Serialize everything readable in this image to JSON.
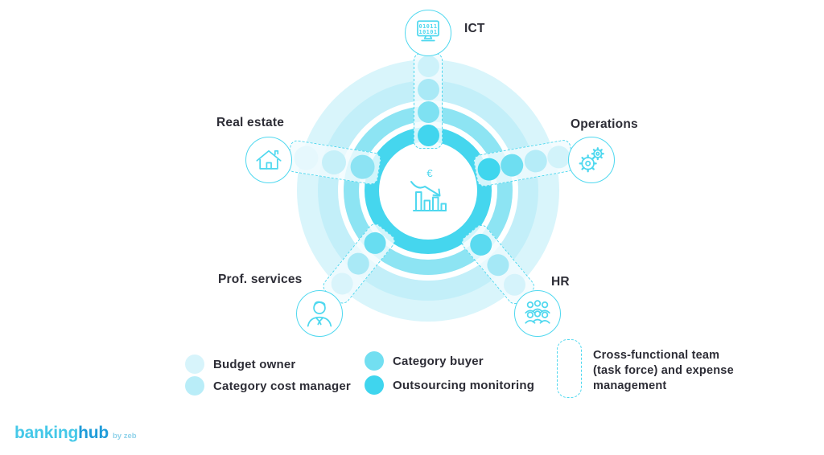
{
  "diagram": {
    "center": {
      "currency": "€"
    },
    "spokes": [
      {
        "id": "ict",
        "label": "ICT",
        "icon": "binary-monitor-icon",
        "binary_lines": [
          "01011",
          "10101"
        ],
        "circle_colors": [
          "#cdf2fa",
          "#a9e9f6",
          "#7ee1f2",
          "#41d5ee"
        ]
      },
      {
        "id": "real-estate",
        "label": "Real estate",
        "icon": "house-icon",
        "circle_colors": [
          "#e6f8fd",
          "#c6f0f9",
          "#8ce3f3"
        ]
      },
      {
        "id": "operations",
        "label": "Operations",
        "icon": "gears-icon",
        "circle_colors": [
          "#3fd6ee",
          "#6edef1",
          "#b5ecf8",
          "#d2f3fa"
        ]
      },
      {
        "id": "prof-services",
        "label": "Prof. services",
        "icon": "person-icon",
        "circle_colors": [
          "#68ddf1",
          "#a9e9f6",
          "#d9f4fb"
        ]
      },
      {
        "id": "hr",
        "label": "HR",
        "icon": "people-icon",
        "circle_colors": [
          "#5adaf0",
          "#a5e8f6",
          "#d5f3fb"
        ]
      }
    ]
  },
  "legend": {
    "items": [
      {
        "label": "Budget owner",
        "color": "#d7f4fb"
      },
      {
        "label": "Category cost manager",
        "color": "#b9edf8"
      },
      {
        "label": "Category buyer",
        "color": "#72dff1"
      },
      {
        "label": "Outsourcing monitoring",
        "color": "#3fd5ee"
      }
    ],
    "note": "Cross-functional team (task force) and expense management"
  },
  "logo": {
    "part1": "banking",
    "part2": "hub",
    "byline": "by zeb",
    "part1_color": "#45c8e8",
    "part2_color": "#1f9cd9",
    "byline_color": "#8fd2ea"
  },
  "colors": {
    "ring_outer": "#d9f5fb",
    "ring_second": "#c3eff9",
    "ring_third": "#8de4f3",
    "ring_fourth": "#45d6ee",
    "stroke": "#4fd8ef",
    "text": "#2d2d36"
  }
}
